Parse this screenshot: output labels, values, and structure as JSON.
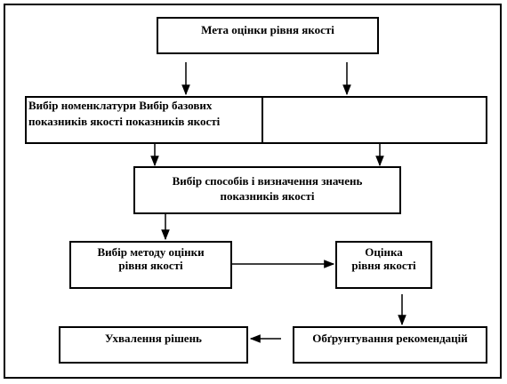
{
  "diagram": {
    "nodes": {
      "goal": "Мета оцінки рівня якості",
      "nomenclature": "Вибір номенклатури Вибір базових\nпоказників якості показників якості",
      "right_empty": "",
      "methods_values": "Вибір способів і визначення значень\nпоказників якості",
      "method_choice": "Вибір методу оцінки\nрівня якості",
      "assessment": "Оцінка\nрівня якості",
      "justification": "Обґрунтування рекомендацій",
      "decision": "Ухвалення рішень"
    },
    "edges": [
      [
        "goal",
        "nomenclature"
      ],
      [
        "goal",
        "right_empty"
      ],
      [
        "nomenclature",
        "methods_values"
      ],
      [
        "right_empty",
        "methods_values"
      ],
      [
        "methods_values",
        "method_choice"
      ],
      [
        "method_choice",
        "assessment"
      ],
      [
        "assessment",
        "justification"
      ],
      [
        "justification",
        "decision"
      ]
    ],
    "colors": {
      "line": "#000000",
      "background": "#ffffff"
    }
  }
}
